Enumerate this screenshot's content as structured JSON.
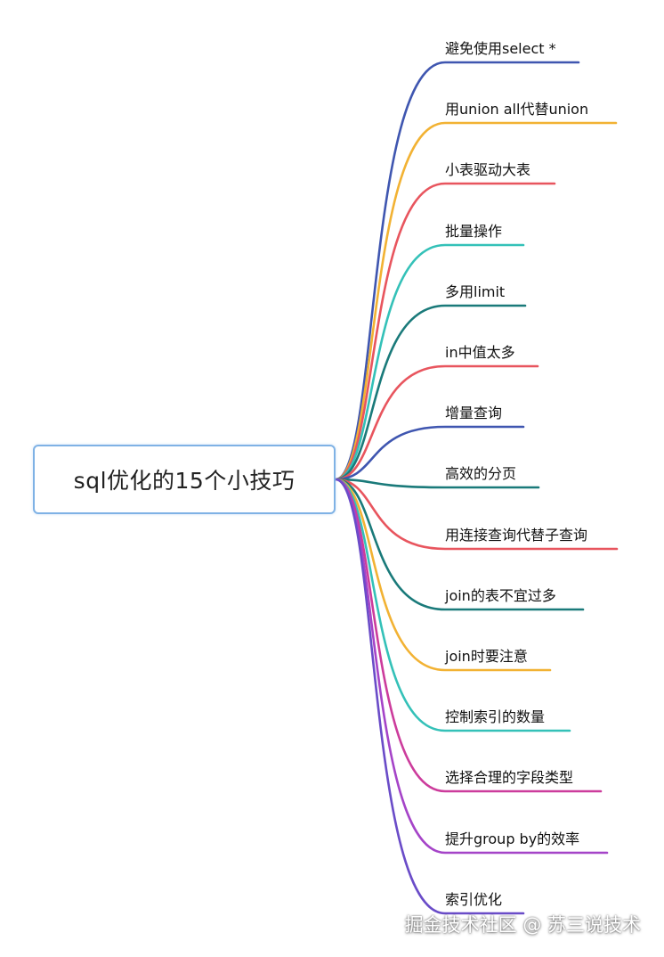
{
  "root": {
    "label": "sql优化的15个小技巧"
  },
  "branches": [
    {
      "label": "避免使用select *",
      "color": "#3f56b0"
    },
    {
      "label": "用union all代替union",
      "color": "#f2b233"
    },
    {
      "label": "小表驱动大表",
      "color": "#e8555e"
    },
    {
      "label": "批量操作",
      "color": "#34c1b8"
    },
    {
      "label": "多用limit",
      "color": "#1a7a7a"
    },
    {
      "label": "in中值太多",
      "color": "#e8555e"
    },
    {
      "label": "增量查询",
      "color": "#3f56b0"
    },
    {
      "label": "高效的分页",
      "color": "#1a7a7a"
    },
    {
      "label": "用连接查询代替子查询",
      "color": "#e8555e"
    },
    {
      "label": "join的表不宜过多",
      "color": "#1a7a7a"
    },
    {
      "label": "join时要注意",
      "color": "#f2b233"
    },
    {
      "label": "控制索引的数量",
      "color": "#34c1b8"
    },
    {
      "label": "选择合理的字段类型",
      "color": "#cc3c9c"
    },
    {
      "label": "提升group by的效率",
      "color": "#a544c8"
    },
    {
      "label": "索引优化",
      "color": "#6a4cc8"
    }
  ],
  "watermark": "掘金技术社区 @ 苏三说技术"
}
